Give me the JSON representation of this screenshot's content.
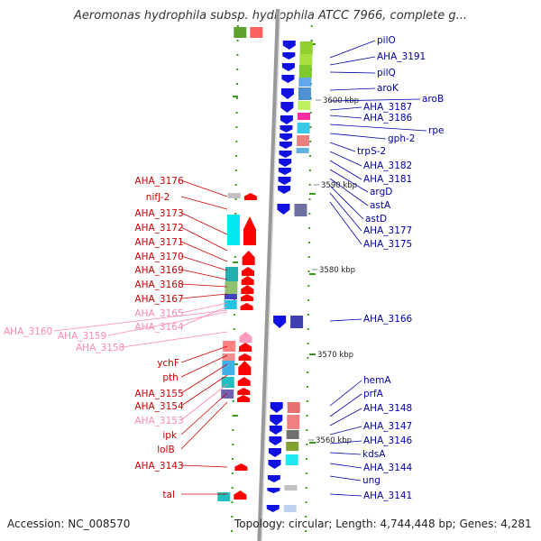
{
  "title": "Aeromonas hydrophila subsp. hydrophila ATCC 7966, complete g...",
  "footer": {
    "accession": "Accession: NC_008570",
    "topology": "Topology: circular; Length: 4,744,448 bp; Genes: 4,281"
  },
  "colors": {
    "forward_label": "#cc0000",
    "reverse_label": "#0000aa",
    "pink_label": "#ff88b0",
    "forward_arrow": "#ff0000",
    "reverse_arrow": "#1010e0",
    "backbone": "#999999",
    "tick": "#3a9a1a"
  },
  "scale_labels": [
    "3600 kbp",
    "3590 kbp",
    "3580 kbp",
    "3570 kbp",
    "3560 kbp"
  ],
  "right_labels": [
    "pilO",
    "AHA_3191",
    "pilQ",
    "aroK",
    "aroB",
    "AHA_3187",
    "AHA_3186",
    "rpe",
    "gph-2",
    "trpS-2",
    "AHA_3182",
    "AHA_3181",
    "argD",
    "astA",
    "astD",
    "AHA_3177",
    "AHA_3175",
    "AHA_3166",
    "hemA",
    "prfA",
    "AHA_3148",
    "AHA_3147",
    "AHA_3146",
    "kdsA",
    "AHA_3144",
    "ung",
    "AHA_3141"
  ],
  "left_labels": [
    "AHA_3176",
    "nifJ-2",
    "AHA_3173",
    "AHA_3172",
    "AHA_3171",
    "AHA_3170",
    "AHA_3169",
    "AHA_3168",
    "AHA_3167",
    "AHA_3165",
    "AHA_3164",
    "AHA_3160",
    "AHA_3159",
    "AHA_3158",
    "ychF",
    "pth",
    "AHA_3155",
    "AHA_3154",
    "AHA_3153",
    "ipk",
    "lolB",
    "AHA_3143",
    "tal"
  ]
}
